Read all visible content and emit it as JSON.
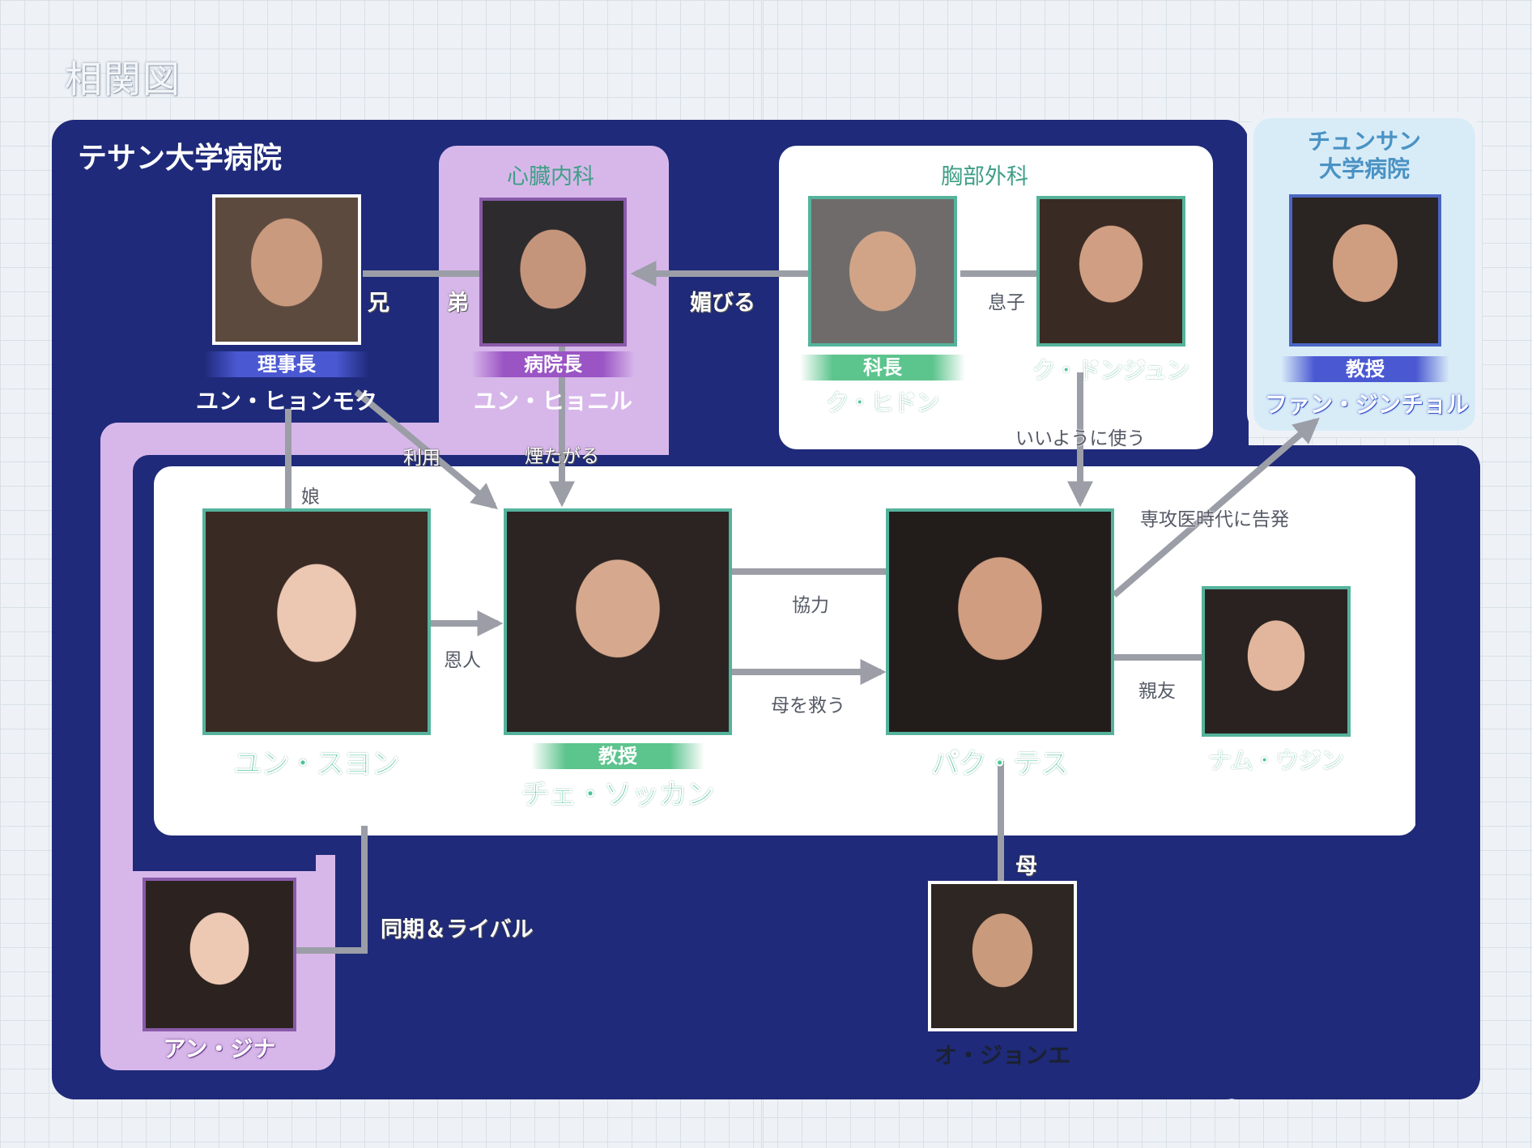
{
  "title": "相関図",
  "groups": {
    "tesan": "テサン大学病院",
    "cardiology": "心臓内科",
    "thoracic": "胸部外科",
    "chunsan_line1": "チュンサン",
    "chunsan_line2": "大学病院"
  },
  "people": {
    "hyonmok": {
      "role": "理事長",
      "name": "ユン・ヒョンモク"
    },
    "hyonil": {
      "role": "病院長",
      "name": "ユン・ヒョニル"
    },
    "hidon": {
      "role": "科長",
      "name": "ク・ヒドン"
    },
    "donjun": {
      "role": "",
      "name": "ク・ドンジュン"
    },
    "jinchol": {
      "role": "教授",
      "name": "ファン・ジンチョル"
    },
    "suyon": {
      "role": "",
      "name": "ユン・スヨン"
    },
    "sokkan": {
      "role": "教授",
      "name": "チェ・ソッカン"
    },
    "tesu": {
      "role": "",
      "name": "パク・テス"
    },
    "ujin": {
      "role": "",
      "name": "ナム・ウジン"
    },
    "jina": {
      "role": "",
      "name": "アン・ジナ"
    },
    "jone": {
      "role": "",
      "name": "オ・ジョンエ"
    }
  },
  "relations": {
    "ani": "兄",
    "otouto": "弟",
    "kobiru": "媚びる",
    "musuko": "息子",
    "riyou": "利用",
    "kemutagaru": "煙たがる",
    "musume": "娘",
    "iiyouni": "いいように使う",
    "kokuhatsu": "専攻医時代に告発",
    "kyouryoku": "協力",
    "onjin": "恩人",
    "hahawosukuu": "母を救う",
    "shinyuu": "親友",
    "haha": "母",
    "rival": "同期＆ライバル"
  },
  "colors": {
    "navy": "#1f2a7a",
    "lavender": "#d7b7ea",
    "teal": "#55b39c",
    "line": "#9b9ea6"
  }
}
